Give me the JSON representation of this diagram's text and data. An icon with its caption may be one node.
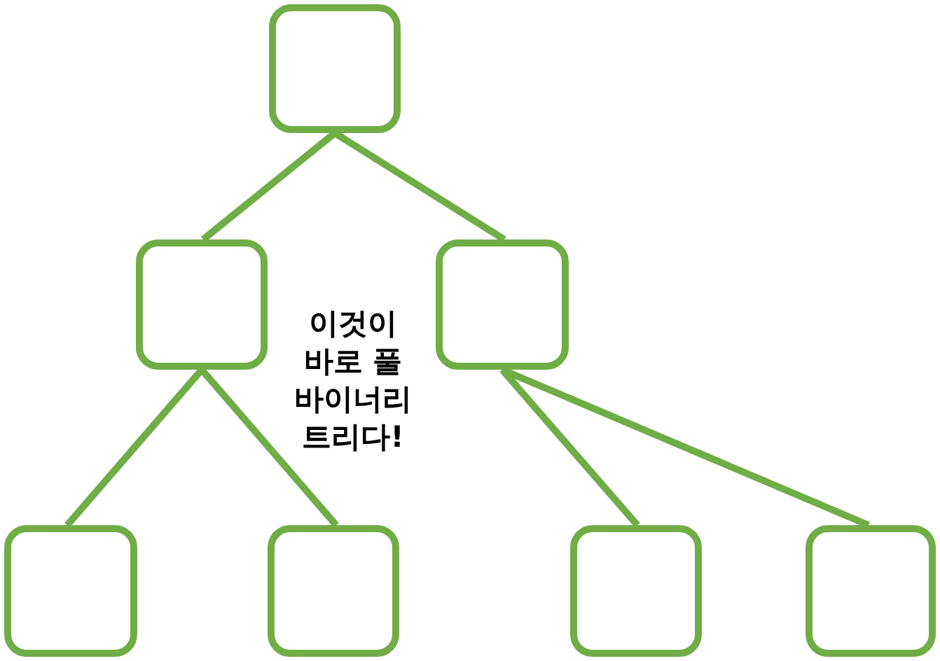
{
  "diagram": {
    "nodes": [
      {
        "text": [],
        "shape": "box"
      },
      {
        "text": [],
        "shape": "box"
      },
      {
        "text": [],
        "shape": "box"
      },
      {
        "text": [],
        "shape": "box"
      },
      {
        "text": [],
        "shape": "box"
      },
      {
        "text": [],
        "shape": "box"
      },
      {
        "text": [],
        "shape": "box"
      }
    ],
    "edges": [
      {
        "from": 0,
        "to": 1,
        "arrow": "none"
      },
      {
        "from": 0,
        "to": 2,
        "arrow": "none"
      },
      {
        "from": 1,
        "to": 3,
        "arrow": "none"
      },
      {
        "from": 1,
        "to": 4,
        "arrow": "none"
      },
      {
        "from": 2,
        "to": 5,
        "arrow": "none"
      },
      {
        "from": 2,
        "to": 6,
        "arrow": "none"
      }
    ],
    "labels": [
      "이것이 바로 풀 바이너리 트리다!"
    ]
  }
}
